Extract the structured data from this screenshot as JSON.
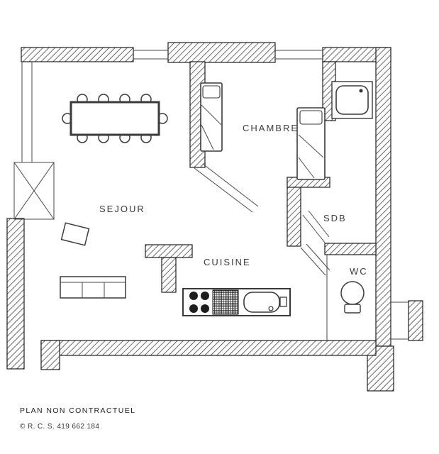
{
  "plan": {
    "type": "apartment-floor-plan",
    "rooms": {
      "chambre": "CHAMBRE",
      "sejour": "SEJOUR",
      "sdb": "SDB",
      "wc": "WC",
      "cuisine": "CUISINE"
    },
    "footer": {
      "disclaimer": "PLAN NON CONTRACTUEL",
      "registration": "© R. C. S. 419 662 184"
    },
    "colors": {
      "wall_outline": "#1f1f1f",
      "hatch": "#2b2b2b",
      "furniture": "#3a3a3a",
      "label": "#3d3d3d",
      "background": "#ffffff"
    }
  }
}
